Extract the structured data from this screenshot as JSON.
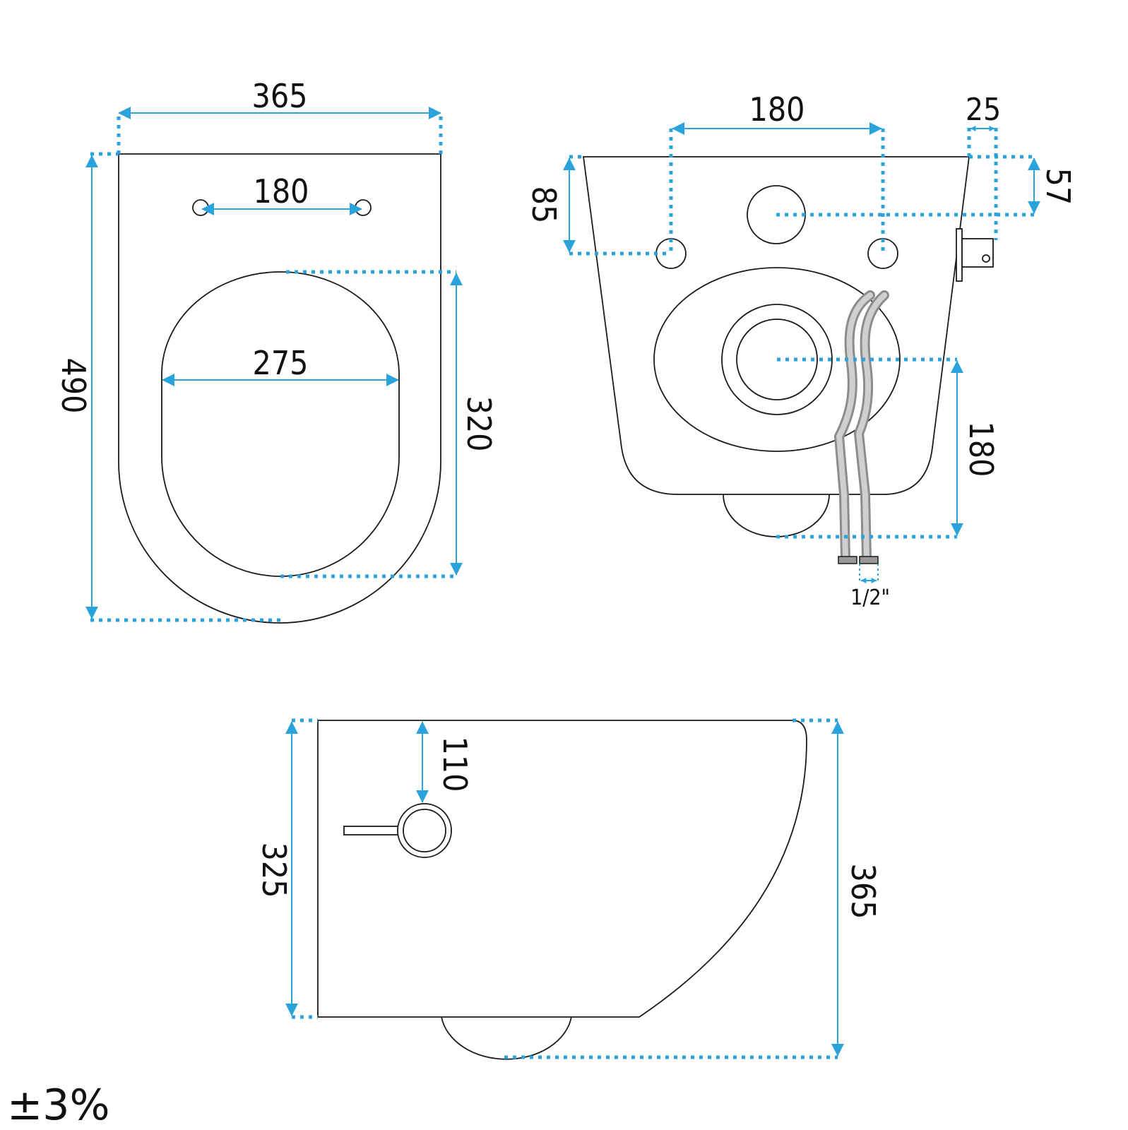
{
  "colors": {
    "dimension": "#2aa3dc",
    "outline": "#1a1a1a",
    "hose": "#8c8c8c"
  },
  "top_view": {
    "width_label": "365",
    "bolt_spacing_label": "180",
    "opening_width_label": "275",
    "opening_length_label": "320",
    "length_label": "490"
  },
  "rear_view": {
    "bolt_spacing_label": "180",
    "inlet_offset_label": "25",
    "bolt_height_label": "85",
    "inlet_height_label": "57",
    "outlet_height_label": "180",
    "hose_thread_label": "1/2\""
  },
  "side_view": {
    "inlet_height_label": "110",
    "wall_height_label": "325",
    "total_height_label": "365"
  },
  "tolerance_label": "±3%"
}
